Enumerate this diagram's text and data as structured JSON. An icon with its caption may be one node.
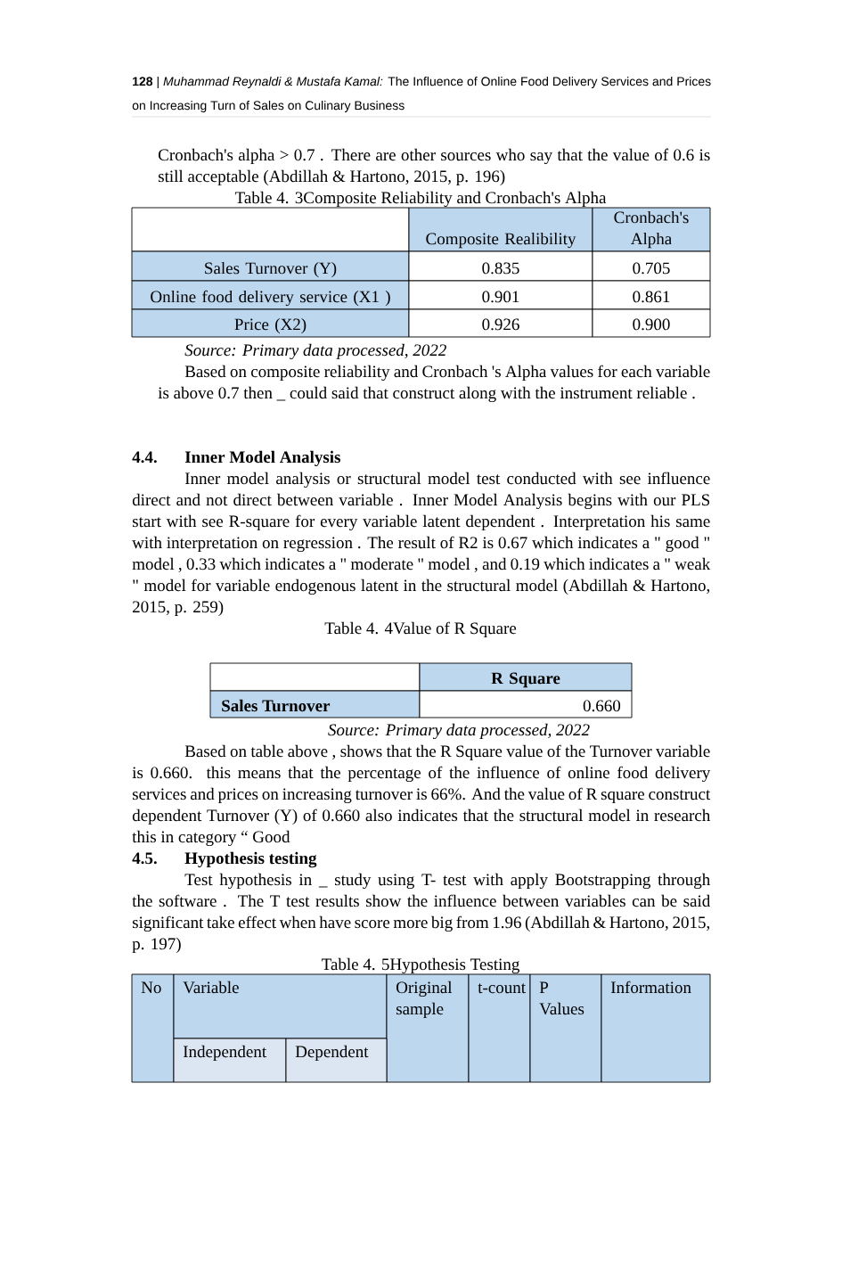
{
  "diagram": {
    "labels": [
      "**128** | *Muhammad Reynaldi & Mustafa Kamal:* The Influence of Online Food Delivery Services and Prices on Increasing Turn of Sales on Culinary Business",
      "Cronbach's alpha > 0.7 . There are other sources who say that the value of 0.6 is still acceptable (Abdillah & Hartono, 2015, p. 196)",
      "Table 4. 3Composite Reliability and Cronbach's Alpha",
      "Composite Realibility",
      "Cronbach's Alpha",
      "Sales Turnover (Y)",
      "0.835",
      "0.705",
      "Online food delivery service (X1 )",
      "0.901",
      "0.861",
      "Price (X2)",
      "0.926",
      "0.900",
      "Source: Primary data processed, 2022",
      "Based on composite reliability and Cronbach 's Alpha values for each variable is above 0.7 then _ could said that construct along with the instrument reliable .",
      "4.4.",
      "Inner Model Analysis",
      "Inner model analysis or structural model test conducted with see influence direct and not direct between variable . Inner Model Analysis begins with our PLS start with see R-square for every variable latent dependent . Interpretation his same with interpretation on regression . The result of R2 is 0.67 which indicates a \" good \" model , 0.33 which indicates a \" moderate \" model , and 0.19 which indicates a \" weak \" model for variable endogenous latent in the structural model (Abdillah & Hartono, 2015, p. 259)",
      "Table 4. 4Value of R Square",
      "R Square",
      "Sales Turnover",
      "0.660",
      "Source: Primary data processed, 2022",
      "Based on table above , shows that the R Square value of the Turnover variable is 0.660. this means that the percentage of the influence of online food delivery services and prices on increasing turnover is 66%. And the value of R square construct dependent Turnover (Y) of 0.660 also indicates that the structural model in research this in category “ Good",
      "4.5.",
      "Hypothesis testing",
      "Test hypothesis in _ study using T- test with apply Bootstrapping through the software . The T test results show the influence between variables can be said significant take effect when have score more big from 1.96 (Abdillah & Hartono, 2015, p. 197)",
      "Table 4. 5Hypothesis Testing",
      "No",
      "Variable",
      "Original sample",
      "t-count",
      "P Values",
      "Information",
      "Independent",
      "Dependent"
    ]
  }
}
